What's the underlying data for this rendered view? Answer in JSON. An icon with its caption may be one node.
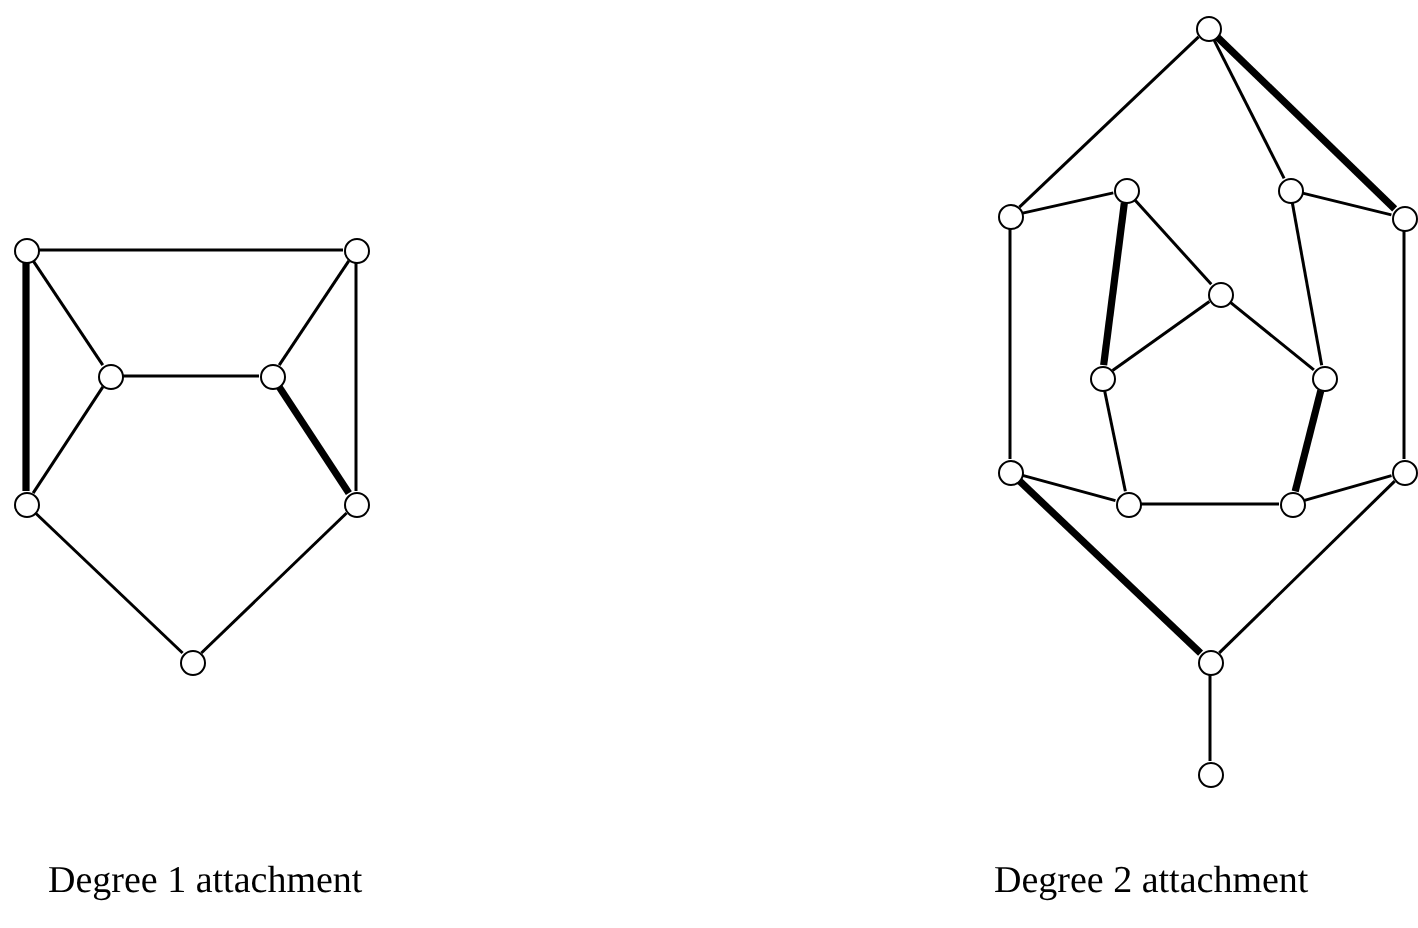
{
  "diagram": {
    "nodes": [
      {
        "text": [],
        "shape": "circle"
      },
      {
        "text": [],
        "shape": "circle"
      },
      {
        "text": [],
        "shape": "circle"
      },
      {
        "text": [],
        "shape": "circle"
      },
      {
        "text": [],
        "shape": "circle"
      },
      {
        "text": [],
        "shape": "circle"
      },
      {
        "text": [],
        "shape": "circle"
      },
      {
        "text": [],
        "shape": "circle"
      },
      {
        "text": [],
        "shape": "circle"
      },
      {
        "text": [],
        "shape": "circle"
      },
      {
        "text": [],
        "shape": "circle"
      },
      {
        "text": [],
        "shape": "circle"
      },
      {
        "text": [],
        "shape": "circle"
      },
      {
        "text": [],
        "shape": "circle"
      },
      {
        "text": [],
        "shape": "circle"
      },
      {
        "text": [],
        "shape": "circle"
      },
      {
        "text": [],
        "shape": "circle"
      },
      {
        "text": [],
        "shape": "circle"
      },
      {
        "text": [],
        "shape": "circle"
      },
      {
        "text": [],
        "shape": "circle"
      },
      {
        "text": [],
        "shape": "circle"
      }
    ],
    "edges": [
      {
        "from": 0,
        "to": 1,
        "arrow": "none"
      },
      {
        "from": 0,
        "to": 2,
        "arrow": "none"
      },
      {
        "from": 0,
        "to": 4,
        "arrow": "none",
        "style": "thick"
      },
      {
        "from": 1,
        "to": 3,
        "arrow": "none"
      },
      {
        "from": 1,
        "to": 5,
        "arrow": "none"
      },
      {
        "from": 2,
        "to": 3,
        "arrow": "none"
      },
      {
        "from": 2,
        "to": 4,
        "arrow": "none"
      },
      {
        "from": 3,
        "to": 5,
        "arrow": "none",
        "style": "thick"
      },
      {
        "from": 4,
        "to": 6,
        "arrow": "none"
      },
      {
        "from": 5,
        "to": 6,
        "arrow": "none"
      },
      {
        "from": 7,
        "to": 8,
        "arrow": "none"
      },
      {
        "from": 7,
        "to": 10,
        "arrow": "none"
      },
      {
        "from": 7,
        "to": 11,
        "arrow": "none",
        "style": "thick"
      },
      {
        "from": 8,
        "to": 9,
        "arrow": "none"
      },
      {
        "from": 10,
        "to": 11,
        "arrow": "none"
      },
      {
        "from": 8,
        "to": 15,
        "arrow": "none"
      },
      {
        "from": 11,
        "to": 18,
        "arrow": "none"
      },
      {
        "from": 9,
        "to": 12,
        "arrow": "none"
      },
      {
        "from": 9,
        "to": 13,
        "arrow": "none",
        "style": "thick"
      },
      {
        "from": 12,
        "to": 13,
        "arrow": "none"
      },
      {
        "from": 12,
        "to": 14,
        "arrow": "none"
      },
      {
        "from": 10,
        "to": 14,
        "arrow": "none"
      },
      {
        "from": 13,
        "to": 16,
        "arrow": "none"
      },
      {
        "from": 14,
        "to": 17,
        "arrow": "none",
        "style": "thick"
      },
      {
        "from": 15,
        "to": 16,
        "arrow": "none"
      },
      {
        "from": 16,
        "to": 17,
        "arrow": "none"
      },
      {
        "from": 17,
        "to": 18,
        "arrow": "none"
      },
      {
        "from": 15,
        "to": 19,
        "arrow": "none",
        "style": "thick"
      },
      {
        "from": 18,
        "to": 19,
        "arrow": "none"
      },
      {
        "from": 19,
        "to": 20,
        "arrow": "none"
      }
    ],
    "labels": [
      "Degree 1 attachment",
      "Degree 2 attachment"
    ]
  }
}
